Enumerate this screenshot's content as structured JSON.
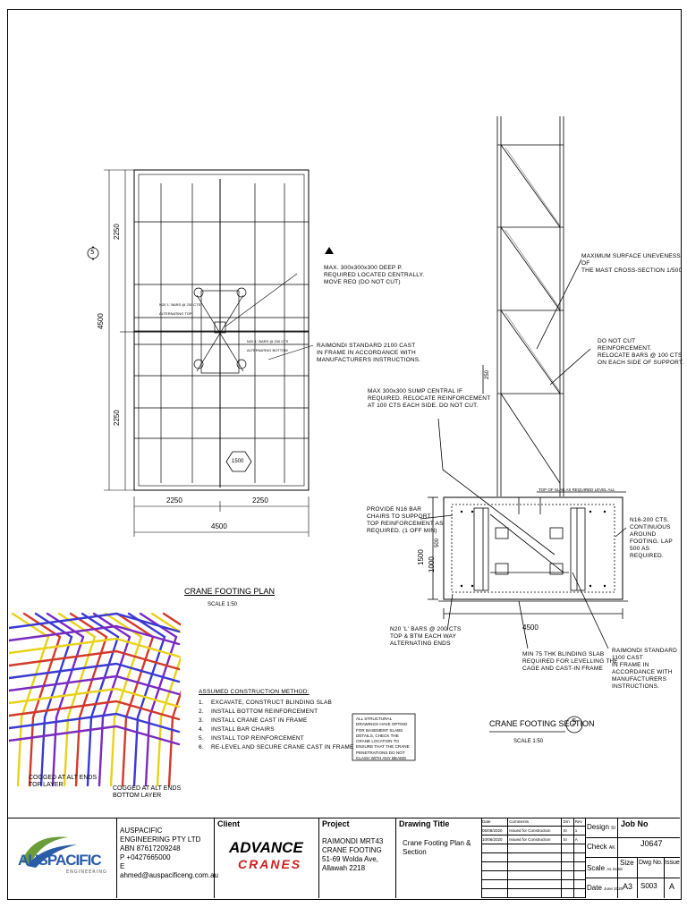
{
  "plan": {
    "dim_left_top": "2250",
    "dim_left_total": "4500",
    "dim_left_bottom": "2250",
    "dim_bottom_left": "2250",
    "dim_bottom_right": "2250",
    "dim_bottom_total": "4500",
    "section_marker": "5",
    "hex_label": "1500",
    "title": "CRANE FOOTING PLAN",
    "scale": "SCALE 1:50",
    "note_max": "MAX. 300x300x300 DEEP P.",
    "note_max2": "REQUIRED LOCATED CENTRALLY.",
    "note_max3": "MOVE REO (DO NOT CUT)",
    "note_raimondi1": "RAIMONDI STANDARD 2100 CAST",
    "note_raimondi2": "IN FRAME IN ACCORDANCE WITH",
    "note_raimondi3": "MANUFACTURERS INSTRUCTIONS.",
    "note_bars_a": "N20 'L' BARS @ 200 CTS",
    "note_bars_b": "ALTERNATING TOP",
    "note_bars_c": "N20 'L' BARS @ 200 CTS",
    "note_bars_d": "ALTERNATING BOTTOM"
  },
  "section": {
    "note_mast1": "MAXIMUM SURFACE UNEVENESS OF",
    "note_mast2": "THE MAST CROSS-SECTION 1/500",
    "note_cut1": "DO NOT CUT REINFORCEMENT.",
    "note_cut2": "RELOCATE BARS @ 100 CTS",
    "note_cut3": "ON EACH SIDE OF SUPPORT.",
    "note_sump1": "MAX 300x300 SUMP CENTRAL IF",
    "note_sump2": "REQUIRED. RELOCATE REINFORCEMENT",
    "note_sump3": "AT 100 CTS EACH SIDE. DO NOT CUT.",
    "note_chairs1": "PROVIDE N16 BAR",
    "note_chairs2": "CHAIRS TO SUPPORT",
    "note_chairs3": "TOP REINFORCEMENT AS",
    "note_chairs4": "REQUIRED. (1 OFF MIN)",
    "note_n16_1": "N16-200 CTS.",
    "note_n16_2": "CONTINUOUS",
    "note_n16_3": "AROUND",
    "note_n16_4": "FOOTING. LAP",
    "note_n16_5": "500 AS",
    "note_n16_6": "REQUIRED.",
    "note_lbars1": "N20 'L' BARS @ 200 CTS",
    "note_lbars2": "TOP & BTM EACH WAY",
    "note_lbars3": "ALTERNATING ENDS",
    "note_blind1": "MIN 75 THK BLINDING SLAB",
    "note_blind2": "REQUIRED FOR LEVELLING THE",
    "note_blind3": "CAGE AND CAST-IN FRAME",
    "note_rstd1": "RAIMONDI STANDARD 1100 CAST",
    "note_rstd2": "IN FRAME IN ACCORDANCE WITH",
    "note_rstd3": "MANUFACTURERS INSTRUCTIONS.",
    "top_label": "TOP OF SLAB AS REQUIRED LEVEL ALL",
    "dim_1000": "1000",
    "dim_1500": "1500",
    "dim_500": "500",
    "dim_250": "250",
    "dim_width": "4500",
    "title": "CRANE FOOTING SECTION",
    "marker": "5",
    "scale": "SCALE 1:50",
    "struct_note": "ALL STRUCTURAL DRAWINGS HAVE OPTING FOR BASEMENT SLABS DETAILS, CHECK THE CRANE LOCATION TO ENSURE THAT THE CRANE PENETRATIONS DO NOT CLASH WITH ANY BEAMS"
  },
  "method": {
    "title": "ASSUMED CONSTRUCTION METHOD:",
    "steps": [
      {
        "n": "1.",
        "t": "EXCAVATE, CONSTRUCT BLINDING SLAB"
      },
      {
        "n": "2.",
        "t": "INSTALL BOTTOM REINFORCEMENT"
      },
      {
        "n": "3.",
        "t": "INSTALL CRANE CAST IN FRAME"
      },
      {
        "n": "4.",
        "t": "INSTALL BAR CHAIRS"
      },
      {
        "n": "5.",
        "t": "INSTALL TOP REINFORCEMENT"
      },
      {
        "n": "6.",
        "t": "RE-LEVEL AND SECURE CRANE CAST IN FRAME"
      }
    ]
  },
  "rebar": {
    "label_top1": "COGGED AT ALT ENDS",
    "label_top2": "TOP LAYER",
    "label_bot1": "COGGED AT ALT ENDS",
    "label_bot2": "BOTTOM LAYER"
  },
  "titleblock": {
    "company": "AUSPACIFIC ENGINEERING PTY LTD",
    "abn": "ABN 87617209248",
    "phone": "P +0427665000",
    "email": "E ahmed@auspacificeng.com.au",
    "logo_text": "AUSPACIFIC",
    "logo_sub": "ENGINEERING",
    "client_h": "Client",
    "client_logo1": "ADVANCE",
    "client_logo2": "CRANES",
    "project_h": "Project",
    "project": "RAIMONDI MRT43 CRANE FOOTING",
    "address1": "51-69 Wolda Ave,",
    "address2": "Allawah 2218",
    "drawing_h": "Drawing Title",
    "drawing": "Crane Footing Plan & Section",
    "rev_head": [
      "Date",
      "Comments",
      "Drn",
      "Rev"
    ],
    "revs": [
      {
        "date": "05/08/2020",
        "comment": "Issued for Construction",
        "drn": "SI",
        "rev": "1"
      },
      {
        "date": "10/06/2020",
        "comment": "Issued for Construction",
        "drn": "SI",
        "rev": "A"
      }
    ],
    "design_l": "Design",
    "design_v": "SI",
    "check_l": "Check",
    "check_v": "AK",
    "scale_l": "Scale",
    "scale_v": "As Scale",
    "date_l": "Date",
    "date_v": "June 2020",
    "jobno_h": "Job No",
    "jobno": "J0647",
    "size_h": "Size",
    "size": "A3",
    "dwg_h": "Dwg No.",
    "dwg": "S003",
    "issue_h": "Issue",
    "issue": "A"
  },
  "colors": {
    "line": "#000000",
    "rebar_yellow": "#e8d21a",
    "rebar_red": "#d23a2a",
    "rebar_blue": "#3a3ad2",
    "rebar_purple": "#7a2ac0",
    "logo_green": "#6a9c3a",
    "logo_blue": "#2a5ca8",
    "client_red": "#d01c1c"
  }
}
